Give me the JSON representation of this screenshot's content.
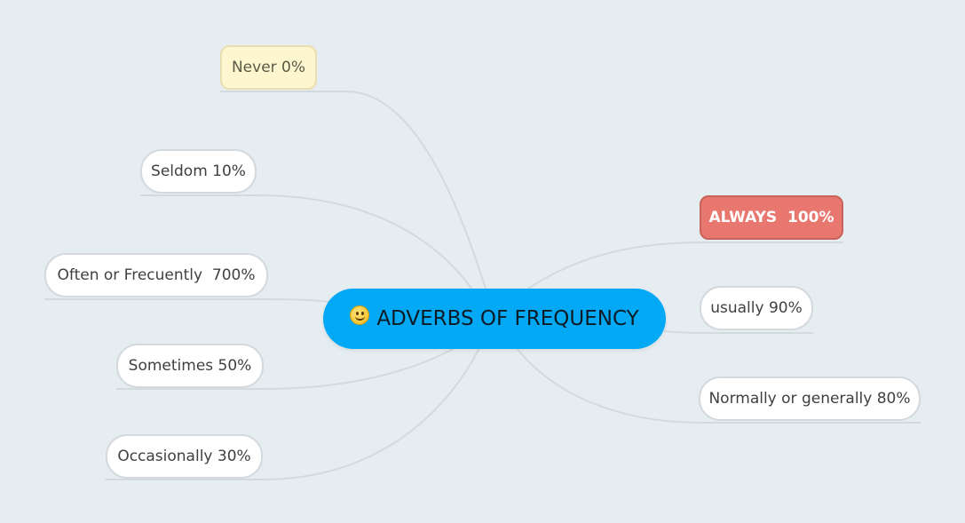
{
  "central_topic": {
    "label": "ADVERBS OF FREQUENCY",
    "icon": "smiley-emoji-icon",
    "color": "#03a9f4"
  },
  "branches": [
    {
      "id": "never",
      "label": "Never 0%",
      "color": "#fdf6cf"
    },
    {
      "id": "seldom",
      "label": "Seldom 10%"
    },
    {
      "id": "often",
      "label": "Often or Frecuently  700%"
    },
    {
      "id": "sometimes",
      "label": "Sometimes 50%"
    },
    {
      "id": "occasionally",
      "label": "Occasionally 30%"
    },
    {
      "id": "always",
      "label": "ALWAYS  100%",
      "color": "#e8776f"
    },
    {
      "id": "usually",
      "label": "usually 90%"
    },
    {
      "id": "normally",
      "label": "Normally or generally 80%"
    }
  ],
  "colors": {
    "background": "#e6edf1",
    "connector": "#d2dadd"
  }
}
